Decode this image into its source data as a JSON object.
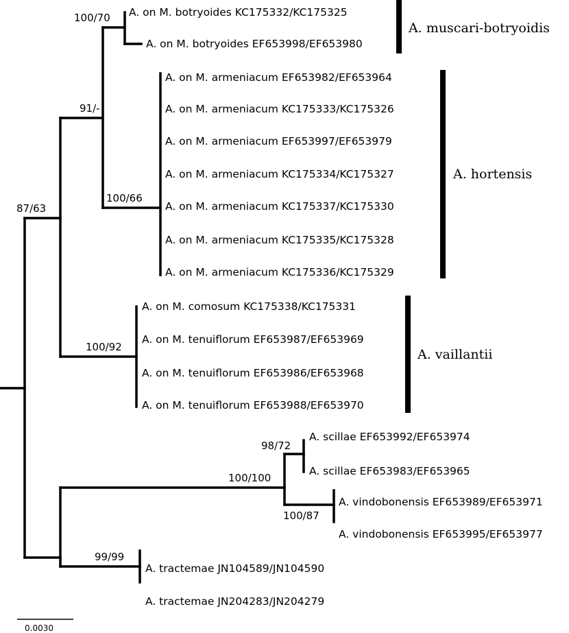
{
  "tree": {
    "taxa": [
      "A. on M. botryoides KC175332/KC175325",
      "A. on M. botryoides EF653998/EF653980",
      "A. on M. armeniacum EF653982/EF653964",
      "A. on M. armeniacum KC175333/KC175326",
      "A. on M. armeniacum EF653997/EF653979",
      "A. on M. armeniacum KC175334/KC175327",
      "A. on M. armeniacum KC175337/KC175330",
      "A. on M. armeniacum KC175335/KC175328",
      "A. on M. armeniacum KC175336/KC175329",
      "A. on M. comosum KC175338/KC175331",
      "A. on M. tenuiflorum EF653987/EF653969",
      "A. on M. tenuiflorum EF653986/EF653968",
      "A. on M. tenuiflorum EF653988/EF653970",
      "A. scillae EF653992/EF653974",
      "A. scillae EF653983/EF653965",
      "A. vindobonensis EF653989/EF653971",
      "A. vindobonensis EF653995/EF653977",
      "A. tractemae JN104589/JN104590",
      "A. tractemae JN204283/JN204279"
    ],
    "support": [
      "100/70",
      "91/-",
      "100/66",
      "87/63",
      "100/92",
      "98/72",
      "100/100",
      "100/87",
      "99/99"
    ],
    "clades": [
      "A. muscari-botryoidis",
      "A. hortensis",
      "A. vaillantii"
    ],
    "scale_bar": "0.0030"
  }
}
